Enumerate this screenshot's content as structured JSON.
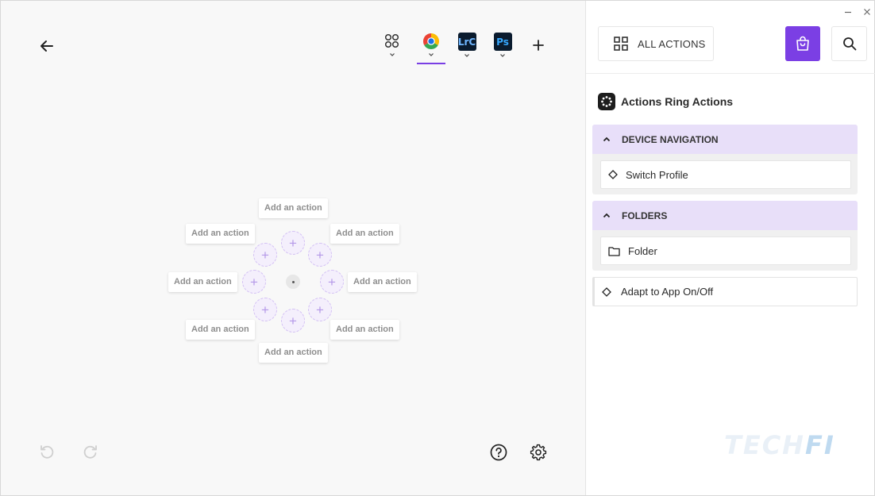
{
  "header": {
    "app_tabs": [
      {
        "name": "all-apps",
        "selected": false
      },
      {
        "name": "chrome",
        "selected": true
      },
      {
        "name": "lightroom-classic",
        "label": "LrC",
        "selected": false
      },
      {
        "name": "photoshop",
        "label": "Ps",
        "selected": false
      }
    ]
  },
  "ring": {
    "slots": [
      {
        "position": "top",
        "label": "Add an action"
      },
      {
        "position": "top-left",
        "label": "Add an action"
      },
      {
        "position": "top-right",
        "label": "Add an action"
      },
      {
        "position": "left",
        "label": "Add an action"
      },
      {
        "position": "right",
        "label": "Add an action"
      },
      {
        "position": "bottom-left",
        "label": "Add an action"
      },
      {
        "position": "bottom-right",
        "label": "Add an action"
      },
      {
        "position": "bottom",
        "label": "Add an action"
      }
    ]
  },
  "toolbar": {
    "all_actions_label": "ALL ACTIONS"
  },
  "panel": {
    "title": "Actions Ring Actions",
    "groups": [
      {
        "title": "DEVICE NAVIGATION",
        "expanded": true,
        "items": [
          {
            "label": "Switch Profile",
            "icon": "diamond-icon"
          }
        ]
      },
      {
        "title": "FOLDERS",
        "expanded": true,
        "items": [
          {
            "label": "Folder",
            "icon": "folder-icon"
          }
        ]
      }
    ],
    "standalone_item": {
      "label": "Adapt to App On/Off",
      "icon": "diamond-icon"
    }
  },
  "watermark": {
    "text_a": "TECH",
    "text_b": "FI"
  },
  "colors": {
    "accent": "#7b3fe4",
    "group_header": "#e8dff9",
    "slot_dashed": "#d3c0f4"
  }
}
